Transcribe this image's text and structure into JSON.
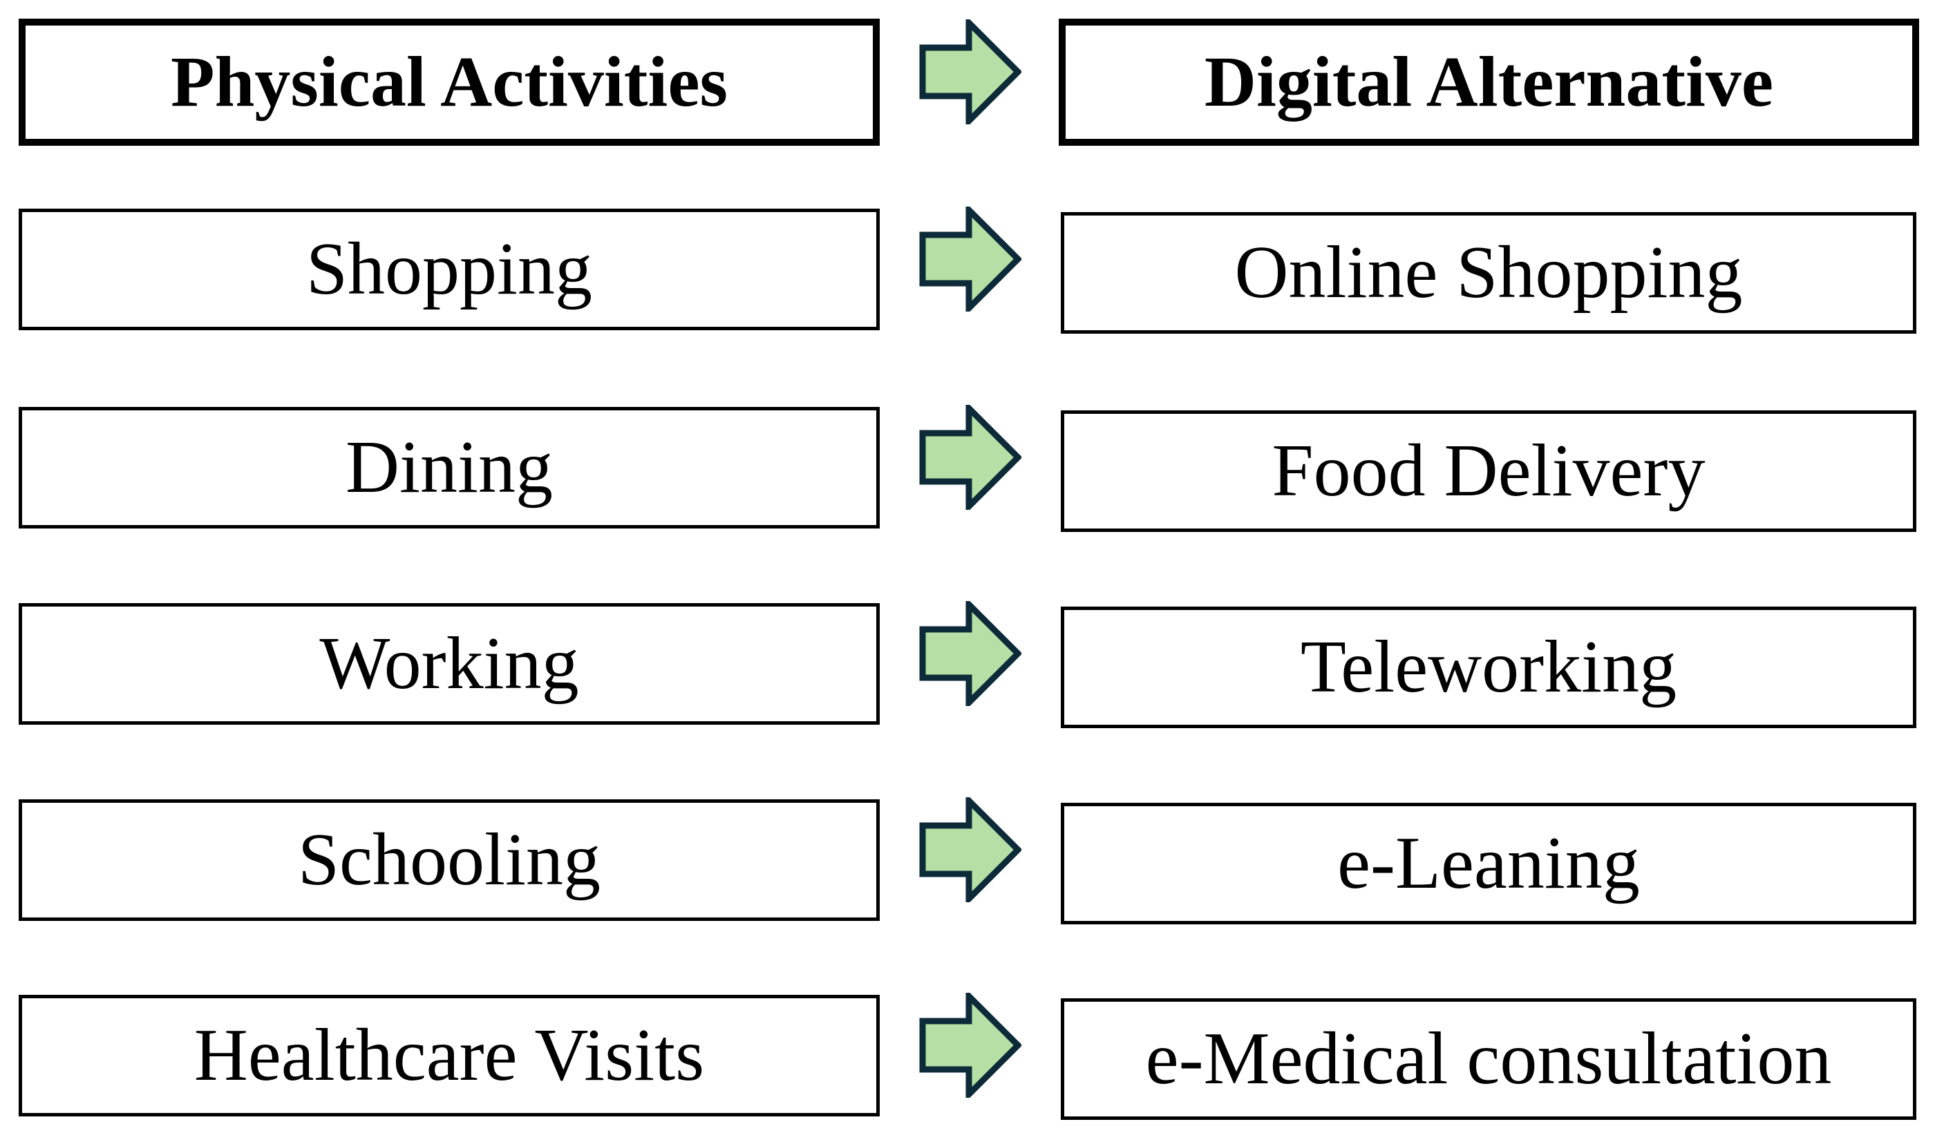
{
  "diagram": {
    "title": "physical-activities-to-digital-alternatives-mapping",
    "header": {
      "left": "Physical Activities",
      "right": "Digital Alternative"
    },
    "rows": [
      {
        "left": "Shopping",
        "right": "Online Shopping"
      },
      {
        "left": "Dining",
        "right": "Food Delivery"
      },
      {
        "left": "Working",
        "right": "Teleworking"
      },
      {
        "left": "Schooling",
        "right": "e-Leaning"
      },
      {
        "left": "Healthcare Visits",
        "right": "e-Medical consultation"
      }
    ],
    "arrow_icon": "right-block-arrow-icon",
    "colors": {
      "arrow_fill": "#b5e0a5",
      "arrow_outline": "#0c2a38",
      "box_border": "#000000",
      "box_background": "#ffffff",
      "text": "#000000",
      "background": "#ffffff"
    }
  }
}
